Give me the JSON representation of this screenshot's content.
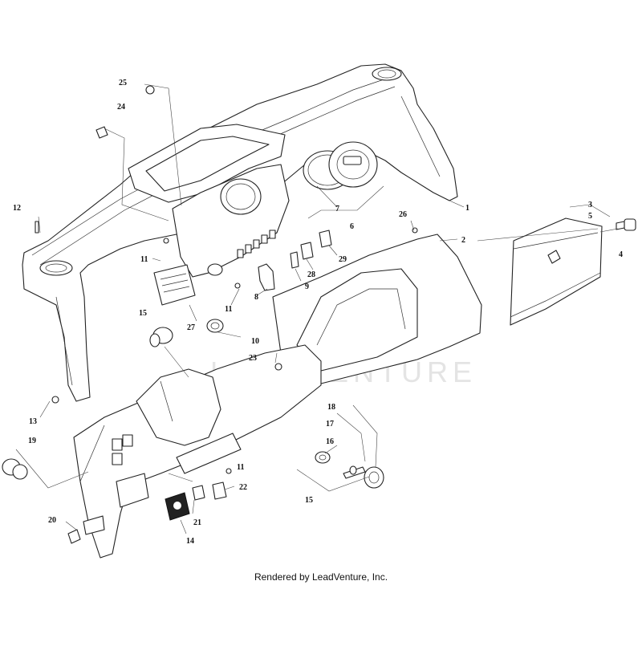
{
  "watermark": "LEADVENTURE",
  "footer": "Rendered by LeadVenture, Inc.",
  "callouts": [
    "1",
    "2",
    "3",
    "4",
    "5",
    "6",
    "7",
    "8",
    "9",
    "10",
    "11",
    "11",
    "11",
    "12",
    "13",
    "14",
    "15",
    "15",
    "16",
    "17",
    "18",
    "19",
    "20",
    "21",
    "22",
    "23",
    "24",
    "25",
    "26",
    "27",
    "28",
    "29"
  ]
}
